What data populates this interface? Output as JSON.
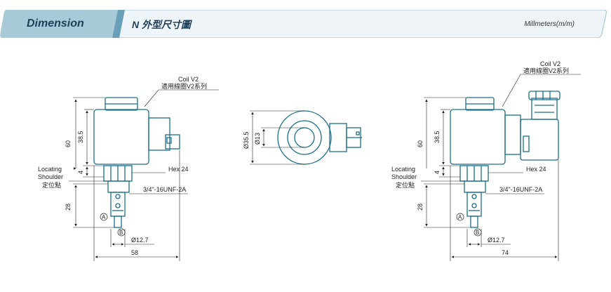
{
  "header": {
    "title": "Dimension",
    "subtitle": "N 外型尺寸圖",
    "units": "Millmeters(m/m)"
  },
  "left_view": {
    "coil_label": "Coil V2",
    "coil_label_cn": "適用線圈V2系列",
    "dim_60": "60",
    "dim_38_5": "38.5",
    "dim_4": "4",
    "dim_28": "28",
    "hex": "Hex 24",
    "thread": "3/4\"-16UNF-2A",
    "locating": "Locating",
    "shoulder": "Shoulder",
    "locating_cn": "定位點",
    "port_a": "A",
    "port_b": "B",
    "diameter": "Ø12.7",
    "width": "58"
  },
  "top_view": {
    "dia_outer": "Ø35.5",
    "dia_inner": "Ø13"
  },
  "right_view": {
    "coil_label": "Coil V2",
    "coil_label_cn": "適用線圈V2系列",
    "dim_60": "60",
    "dim_38_5": "38.5",
    "dim_4": "4",
    "dim_28": "28",
    "hex": "Hex 24",
    "thread": "3/4\"-16UNF-2A",
    "locating": "Locating",
    "shoulder": "Shoulder",
    "locating_cn": "定位點",
    "port_a": "A",
    "port_b": "B",
    "diameter": "Ø12.7",
    "width": "74"
  },
  "colors": {
    "outline": "#1a6d8a",
    "header_fill": "#a8c9d8",
    "header_tab": "#6a9fb8",
    "text_dark": "#1e3f5a"
  }
}
